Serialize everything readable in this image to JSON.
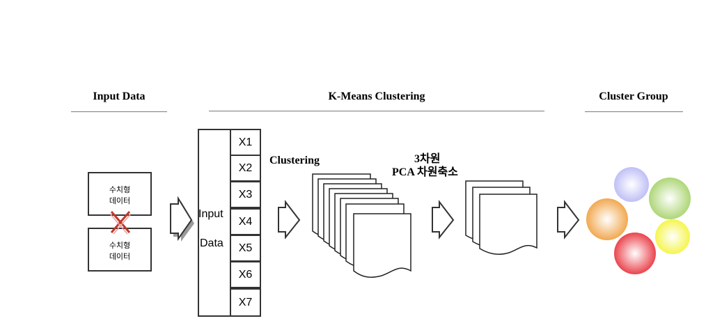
{
  "headings": {
    "input_data": "Input Data",
    "kmeans": "K-Means Clustering",
    "cluster_group": "Cluster Group"
  },
  "input_boxes": [
    {
      "line1": "수치형",
      "line2": "데이터"
    },
    {
      "line1": "수치형",
      "line2": "데이터"
    }
  ],
  "input_column": {
    "word1": "Input",
    "word2": "Data",
    "cells": [
      "X1",
      "X2",
      "X3",
      "X4",
      "X5",
      "X6",
      "X7"
    ]
  },
  "clustering_label": "Clustering",
  "pca_label": {
    "line1": "3차원",
    "line2": "PCA 차원축소"
  },
  "colors": {
    "cross": "#c0392b",
    "stroke": "#333333",
    "rule": "#7a7a7a",
    "clusters": [
      "#b9b9f5",
      "#a6d26a",
      "#f0a040",
      "#f4f43e",
      "#e8323c"
    ]
  },
  "icons": {
    "cross": "x-mark-icon",
    "arrow": "block-arrow-right-icon",
    "documents": "document-stack-icon",
    "cluster": "sphere-icon"
  }
}
